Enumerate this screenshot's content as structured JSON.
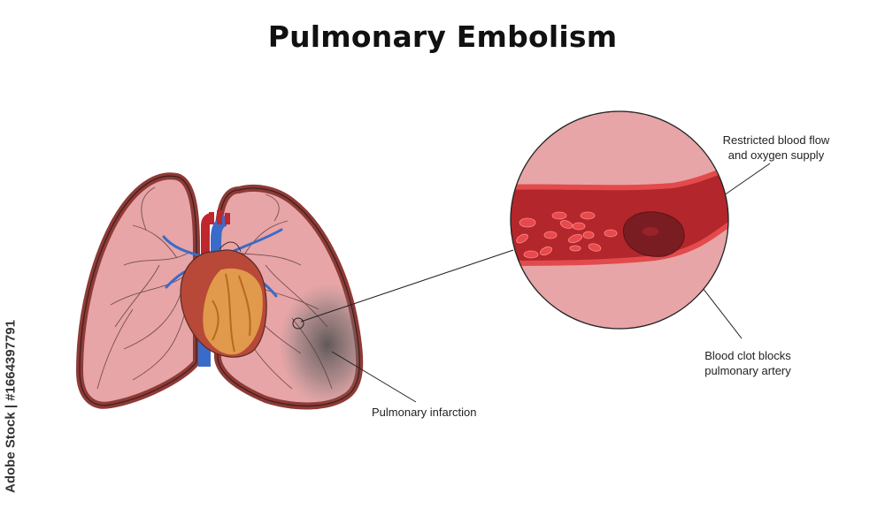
{
  "title": "Pulmonary Embolism",
  "labels": {
    "restricted_line1": "Restricted blood flow",
    "restricted_line2": "and oxygen supply",
    "clot_line1": "Blood clot blocks",
    "clot_line2": "pulmonary artery",
    "infarction": "Pulmonary infarction"
  },
  "watermark": "Adobe Stock | #1664397791",
  "colors": {
    "lung_fill": "#e7a5a7",
    "lung_outline": "#8e3a36",
    "artery": "#b3262b",
    "blood_cell": "#e8494c",
    "clot": "#7a1d22",
    "vein": "#3b6bc8",
    "heart": "#b84838",
    "infarct_shadow": "#555555"
  }
}
